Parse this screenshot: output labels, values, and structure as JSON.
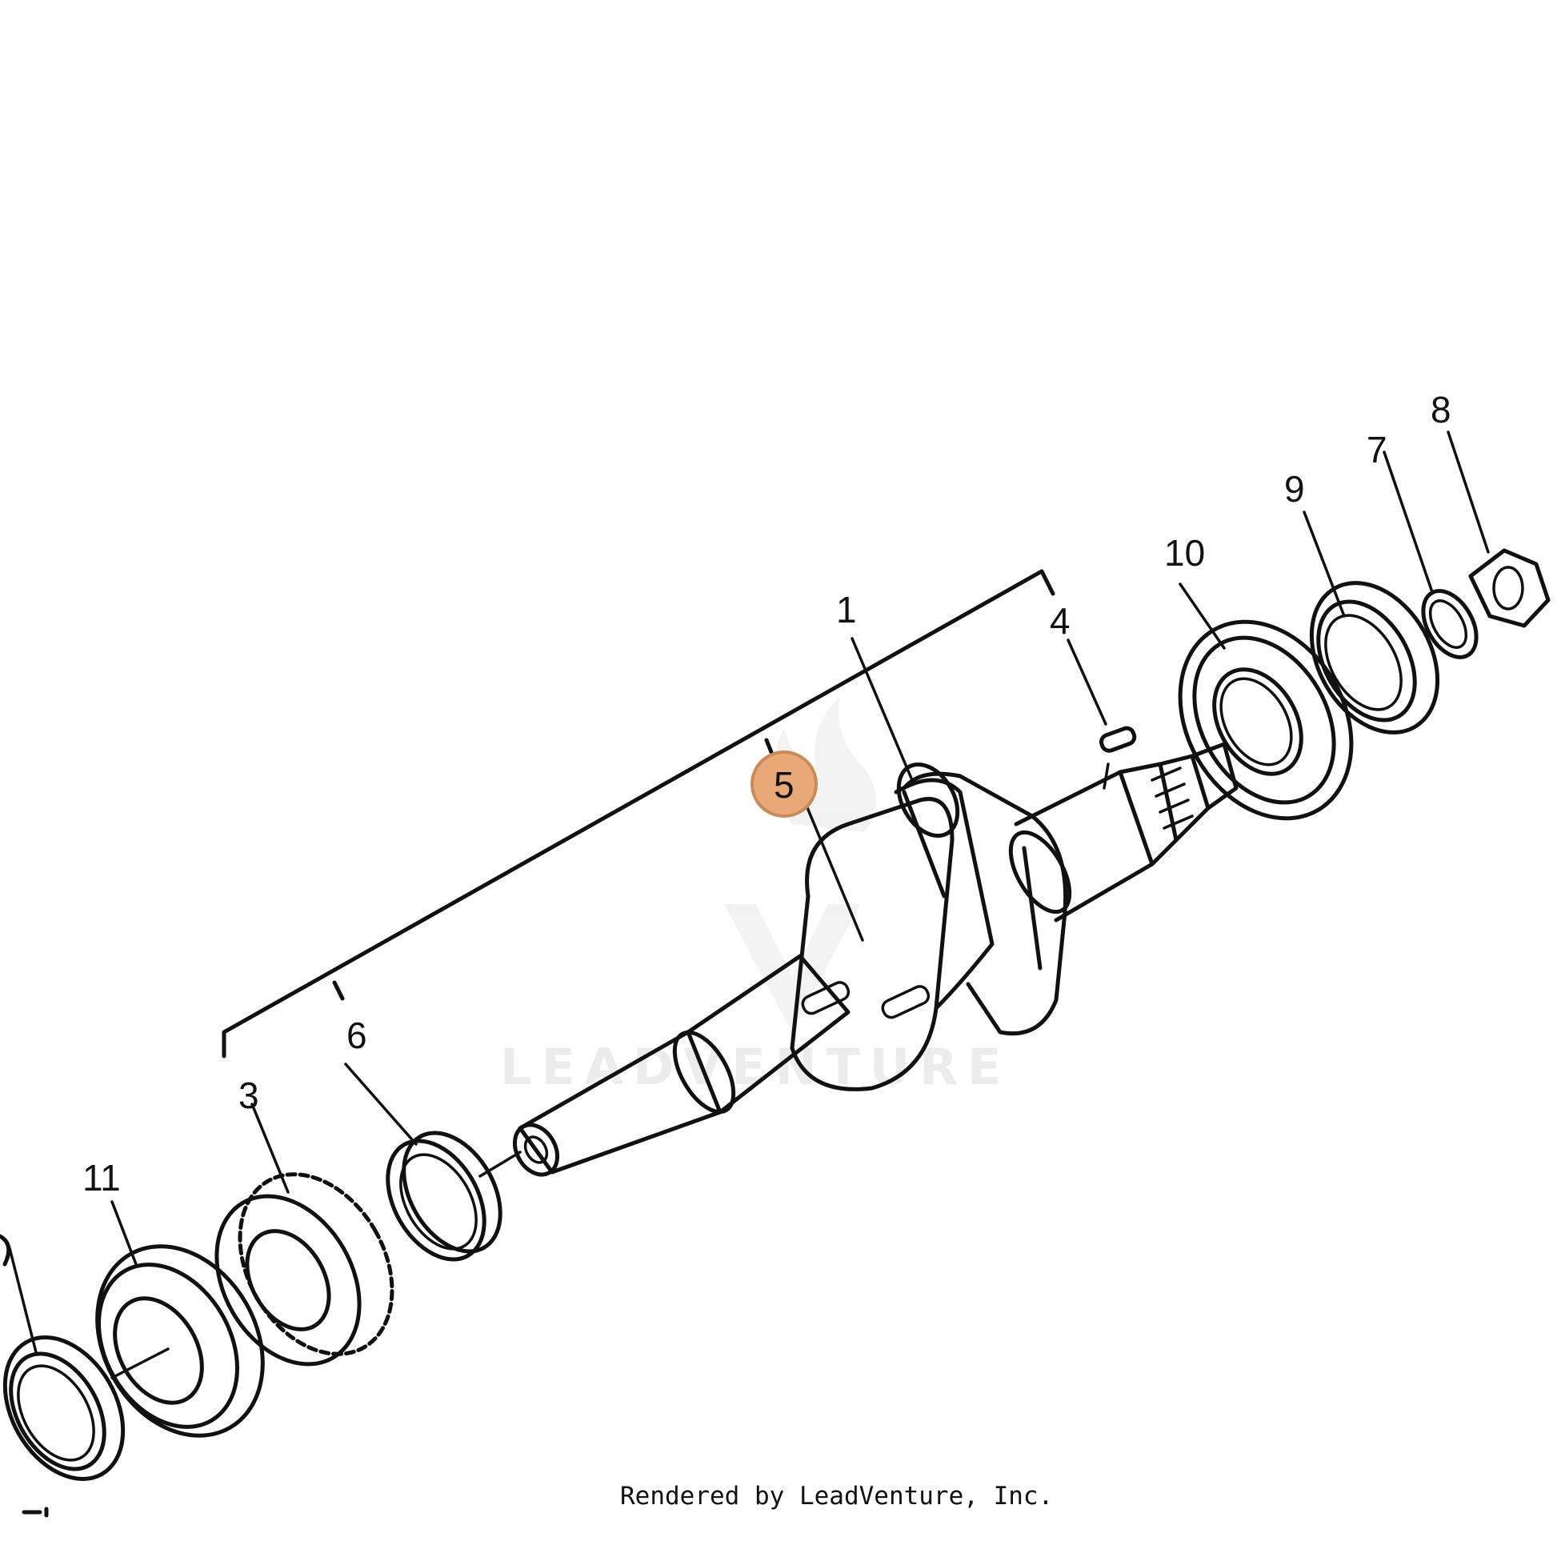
{
  "callouts": {
    "c1": "1",
    "c3": "3",
    "c4": "4",
    "c5": "5",
    "c6": "6",
    "c7": "7",
    "c8": "8",
    "c9": "9",
    "c10": "10",
    "c11": "11"
  },
  "highlight": {
    "label": "5",
    "color": "#e9a878"
  },
  "watermark": {
    "text": "LEADVENTURE",
    "icon": "leadventure-flame-logo"
  },
  "footer": {
    "credit": "Rendered by LeadVenture, Inc."
  }
}
